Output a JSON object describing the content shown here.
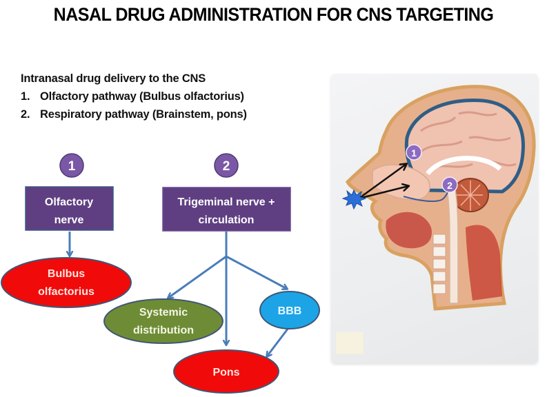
{
  "title": "NASAL DRUG ADMINISTRATION FOR CNS TARGETING",
  "intro": {
    "heading": "Intranasal drug delivery to the CNS",
    "items": [
      {
        "num": "1.",
        "text": "Olfactory pathway (Bulbus olfactorius)"
      },
      {
        "num": "2.",
        "text": "Respiratory pathway (Brainstem, pons)"
      }
    ]
  },
  "flow": {
    "badges": [
      {
        "label": "1"
      },
      {
        "label": "2"
      }
    ],
    "boxes": [
      {
        "line1": "Olfactory",
        "line2": "nerve"
      },
      {
        "line1": "Trigeminal nerve +",
        "line2": "circulation"
      }
    ],
    "targets": {
      "bulbus": {
        "line1": "Bulbus",
        "line2": "olfactorius"
      },
      "systemic": {
        "line1": "Systemic",
        "line2": "distribution"
      },
      "bbb": {
        "line1": "BBB"
      },
      "pons": {
        "line1": "Pons"
      }
    },
    "colors": {
      "badge": "#7a58a6",
      "box": "#5f3f82",
      "red": "#f10a0a",
      "green": "#6e8c35",
      "blue": "#1ca4e6",
      "arrow": "#4a7db8",
      "outline": "#3f5675"
    }
  },
  "illustration": {
    "subject": "sagittal head section model",
    "markers": [
      {
        "label": "1"
      },
      {
        "label": "2"
      }
    ],
    "source_icon": "starburst-icon"
  }
}
